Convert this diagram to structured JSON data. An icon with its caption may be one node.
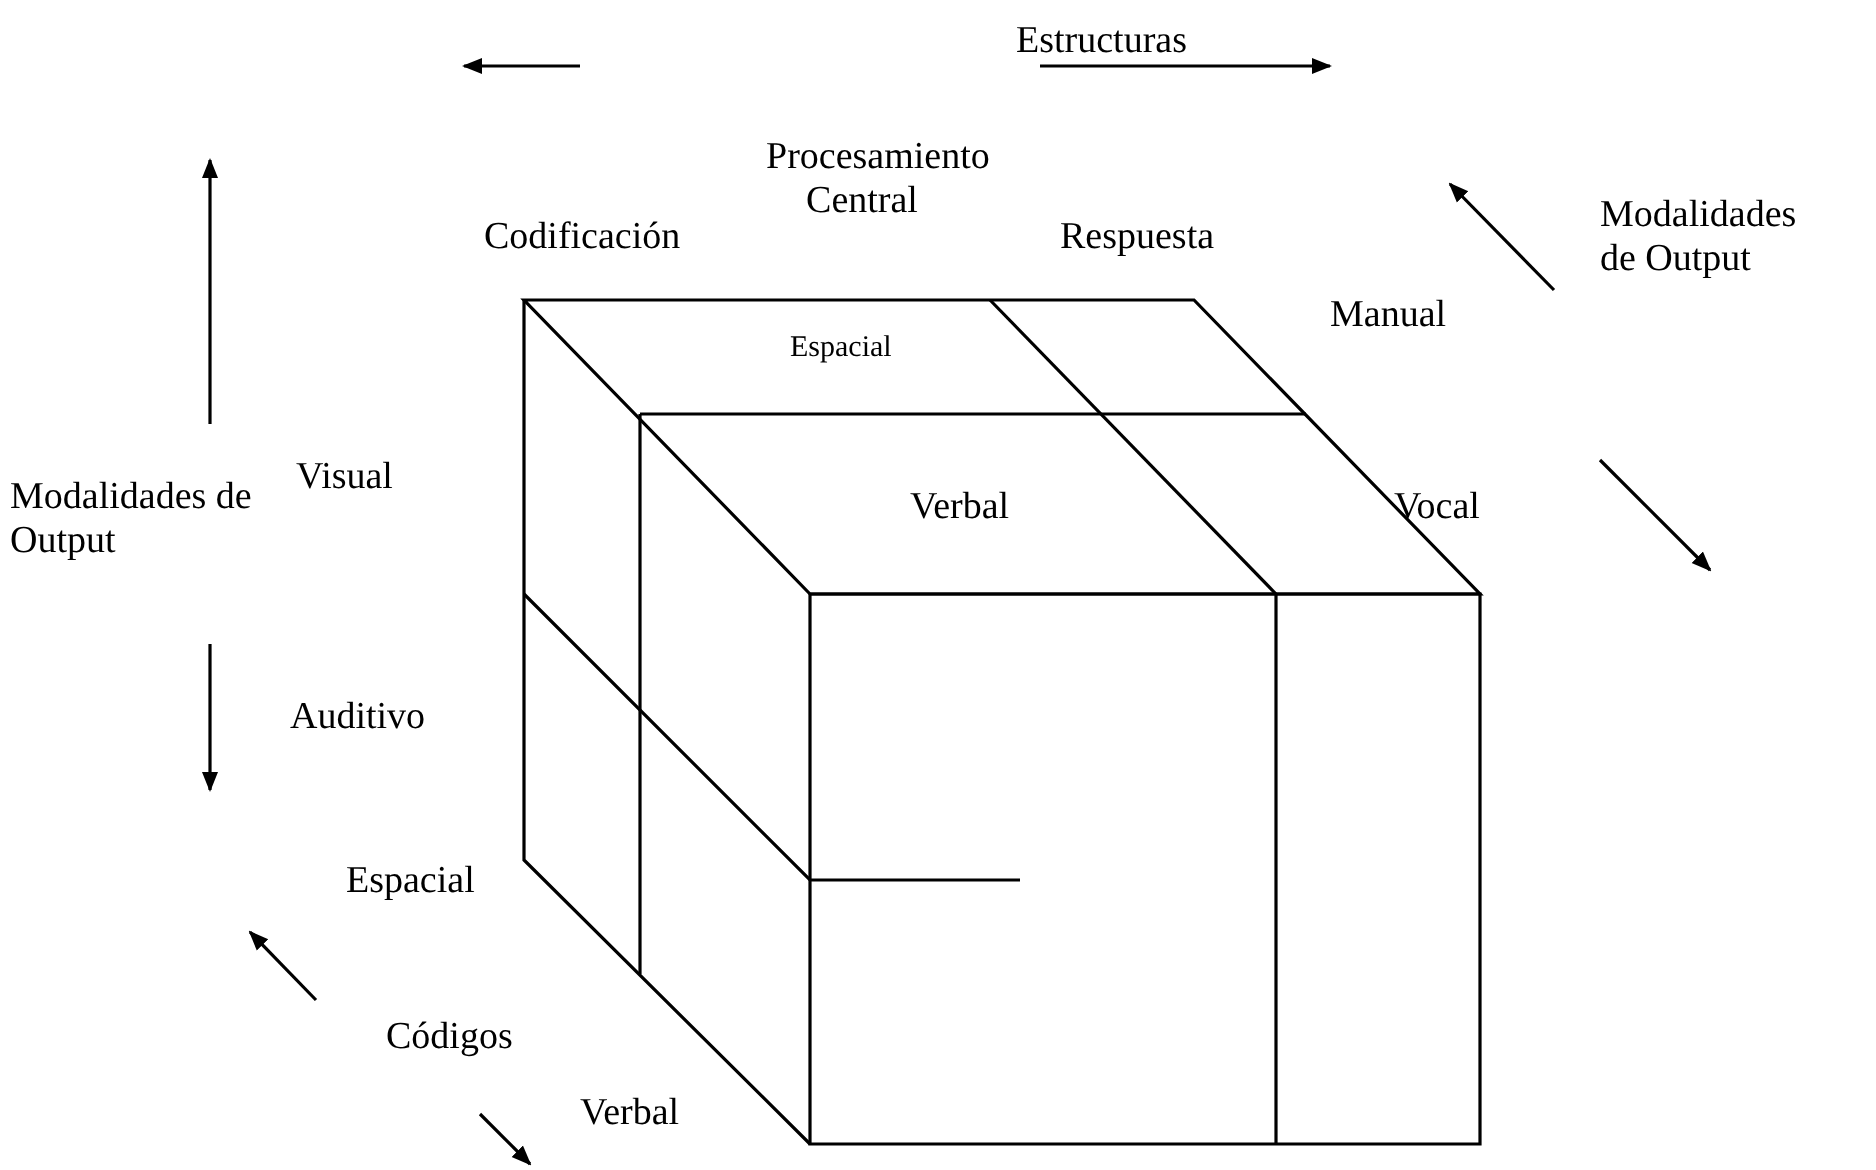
{
  "diagram": {
    "labels": [
      "Estructuras",
      "Procesamiento Central",
      "Codificación",
      "Respuesta",
      "Manual",
      "Modalidades de Output",
      "Espacial",
      "Visual",
      "Modalidades de Output",
      "Verbal",
      "Vocal",
      "Auditivo",
      "Espacial",
      "Códigos",
      "Verbal"
    ]
  }
}
